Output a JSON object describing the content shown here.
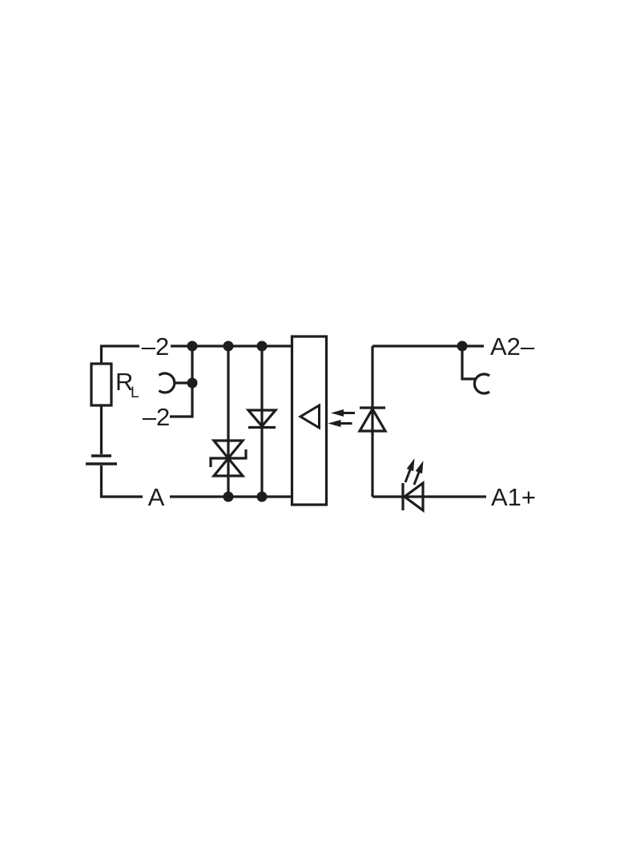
{
  "page": {
    "background": "#ffffff"
  },
  "diagram": {
    "name": "optocoupler-input-module-schematic",
    "line_color": "#1d1d1b",
    "labels": {
      "terminal_minus2_top": "–2",
      "terminal_minus2_jumper": "–2",
      "terminal_a": "A",
      "terminal_a2_minus": "A2–",
      "terminal_a1_plus": "A1+",
      "load_resistor": "R",
      "load_resistor_sub": "L"
    },
    "symbols": [
      "load-resistor-icon",
      "voltage-source-icon",
      "plug-contact-left-icon",
      "plug-contact-right-icon",
      "suppressor-diode-icon",
      "blocking-diode-icon",
      "amplifier-block-icon",
      "light-emission-arrows-icon",
      "optocoupler-led-icon",
      "status-led-icon",
      "junction-dot-icon"
    ]
  }
}
